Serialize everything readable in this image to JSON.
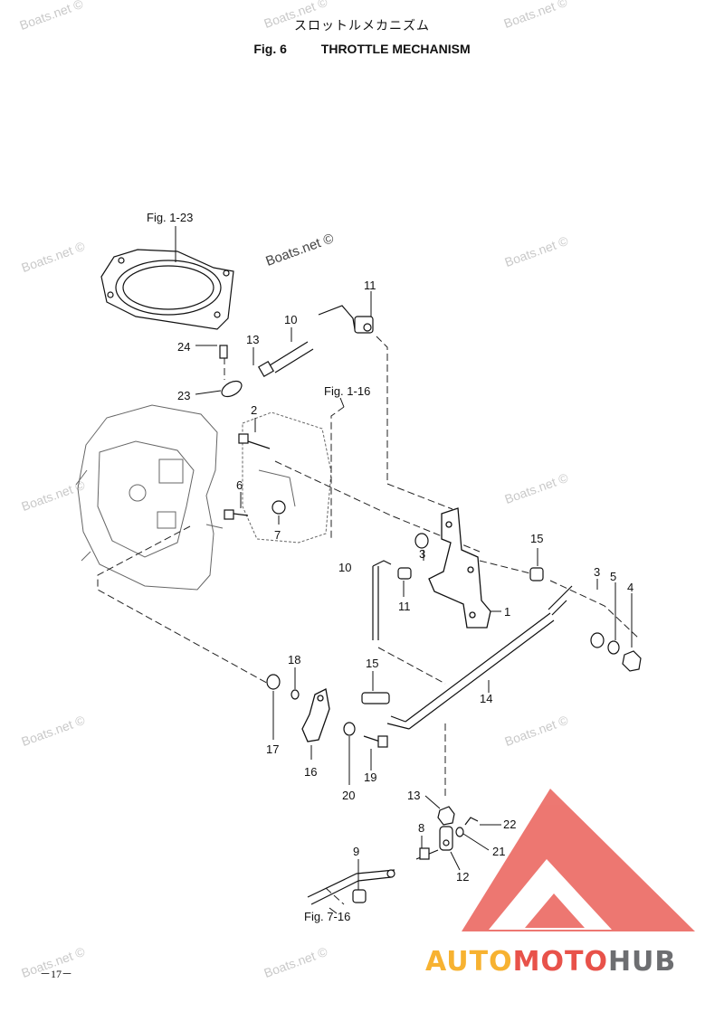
{
  "header": {
    "title_jp": "スロットルメカニズム",
    "fig_number": "Fig. 6",
    "title_en": "THROTTLE MECHANISM"
  },
  "references": {
    "fig_1_23": "Fig. 1-23",
    "fig_1_16": "Fig. 1-16",
    "fig_7_16": "Fig. 7-16"
  },
  "callouts": {
    "c1": "1",
    "c2": "2",
    "c3a": "3",
    "c3b": "3",
    "c4": "4",
    "c5": "5",
    "c6": "6",
    "c7": "7",
    "c8": "8",
    "c9": "9",
    "c10a": "10",
    "c10b": "10",
    "c11a": "11",
    "c11b": "11",
    "c12": "12",
    "c13a": "13",
    "c13b": "13",
    "c14": "14",
    "c15a": "15",
    "c15b": "15",
    "c16": "16",
    "c17": "17",
    "c18": "18",
    "c19": "19",
    "c20": "20",
    "c21": "21",
    "c22": "22",
    "c23": "23",
    "c24": "24"
  },
  "watermark": "Boats.net ©",
  "page_number": "－17－",
  "logo": {
    "part1": "AUTO",
    "part2": "MOTO",
    "part3": "HUB",
    "colors": [
      "#f7b231",
      "#e8524a",
      "#6d6e71"
    ]
  }
}
